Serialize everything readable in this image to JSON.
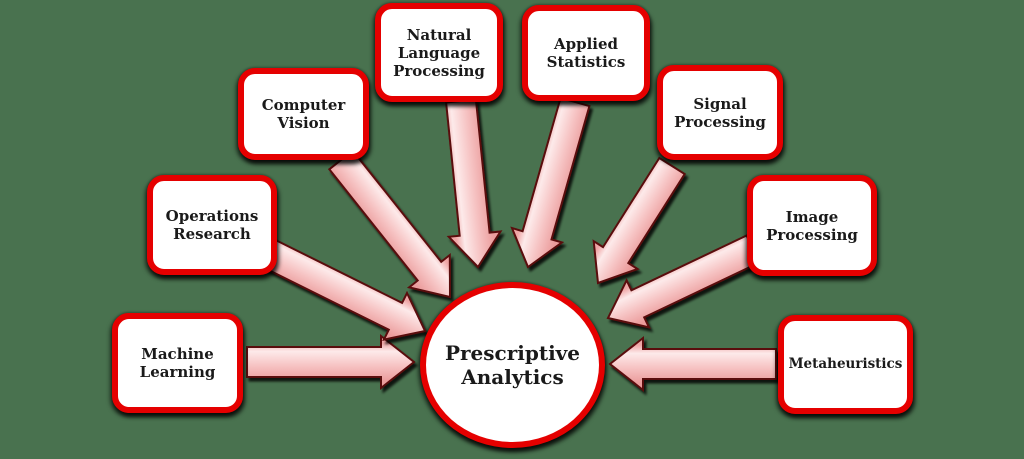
{
  "diagram": {
    "title_hint": "inputs-to-prescriptive-analytics",
    "background_color": "#49724F",
    "node_border_color": "#E50000",
    "node_fill": "#FFFFFF",
    "text_color": "#1A1A1A",
    "arrow_fill_light": "#FDEAEA",
    "arrow_fill_mid": "#F6C3C3",
    "arrow_fill_dark": "#EB9C9C",
    "arrow_rim": "#EFA6A6",
    "arrow_outline": "#5A0D0D",
    "center": {
      "label": "Prescriptive Analytics"
    },
    "sources": [
      {
        "label": "Machine Learning"
      },
      {
        "label": "Operations Research"
      },
      {
        "label": "Computer Vision"
      },
      {
        "label": "Natural Language Processing"
      },
      {
        "label": "Applied Statistics"
      },
      {
        "label": "Signal Processing"
      },
      {
        "label": "Image Processing"
      },
      {
        "label": "Metaheuristics"
      }
    ]
  }
}
